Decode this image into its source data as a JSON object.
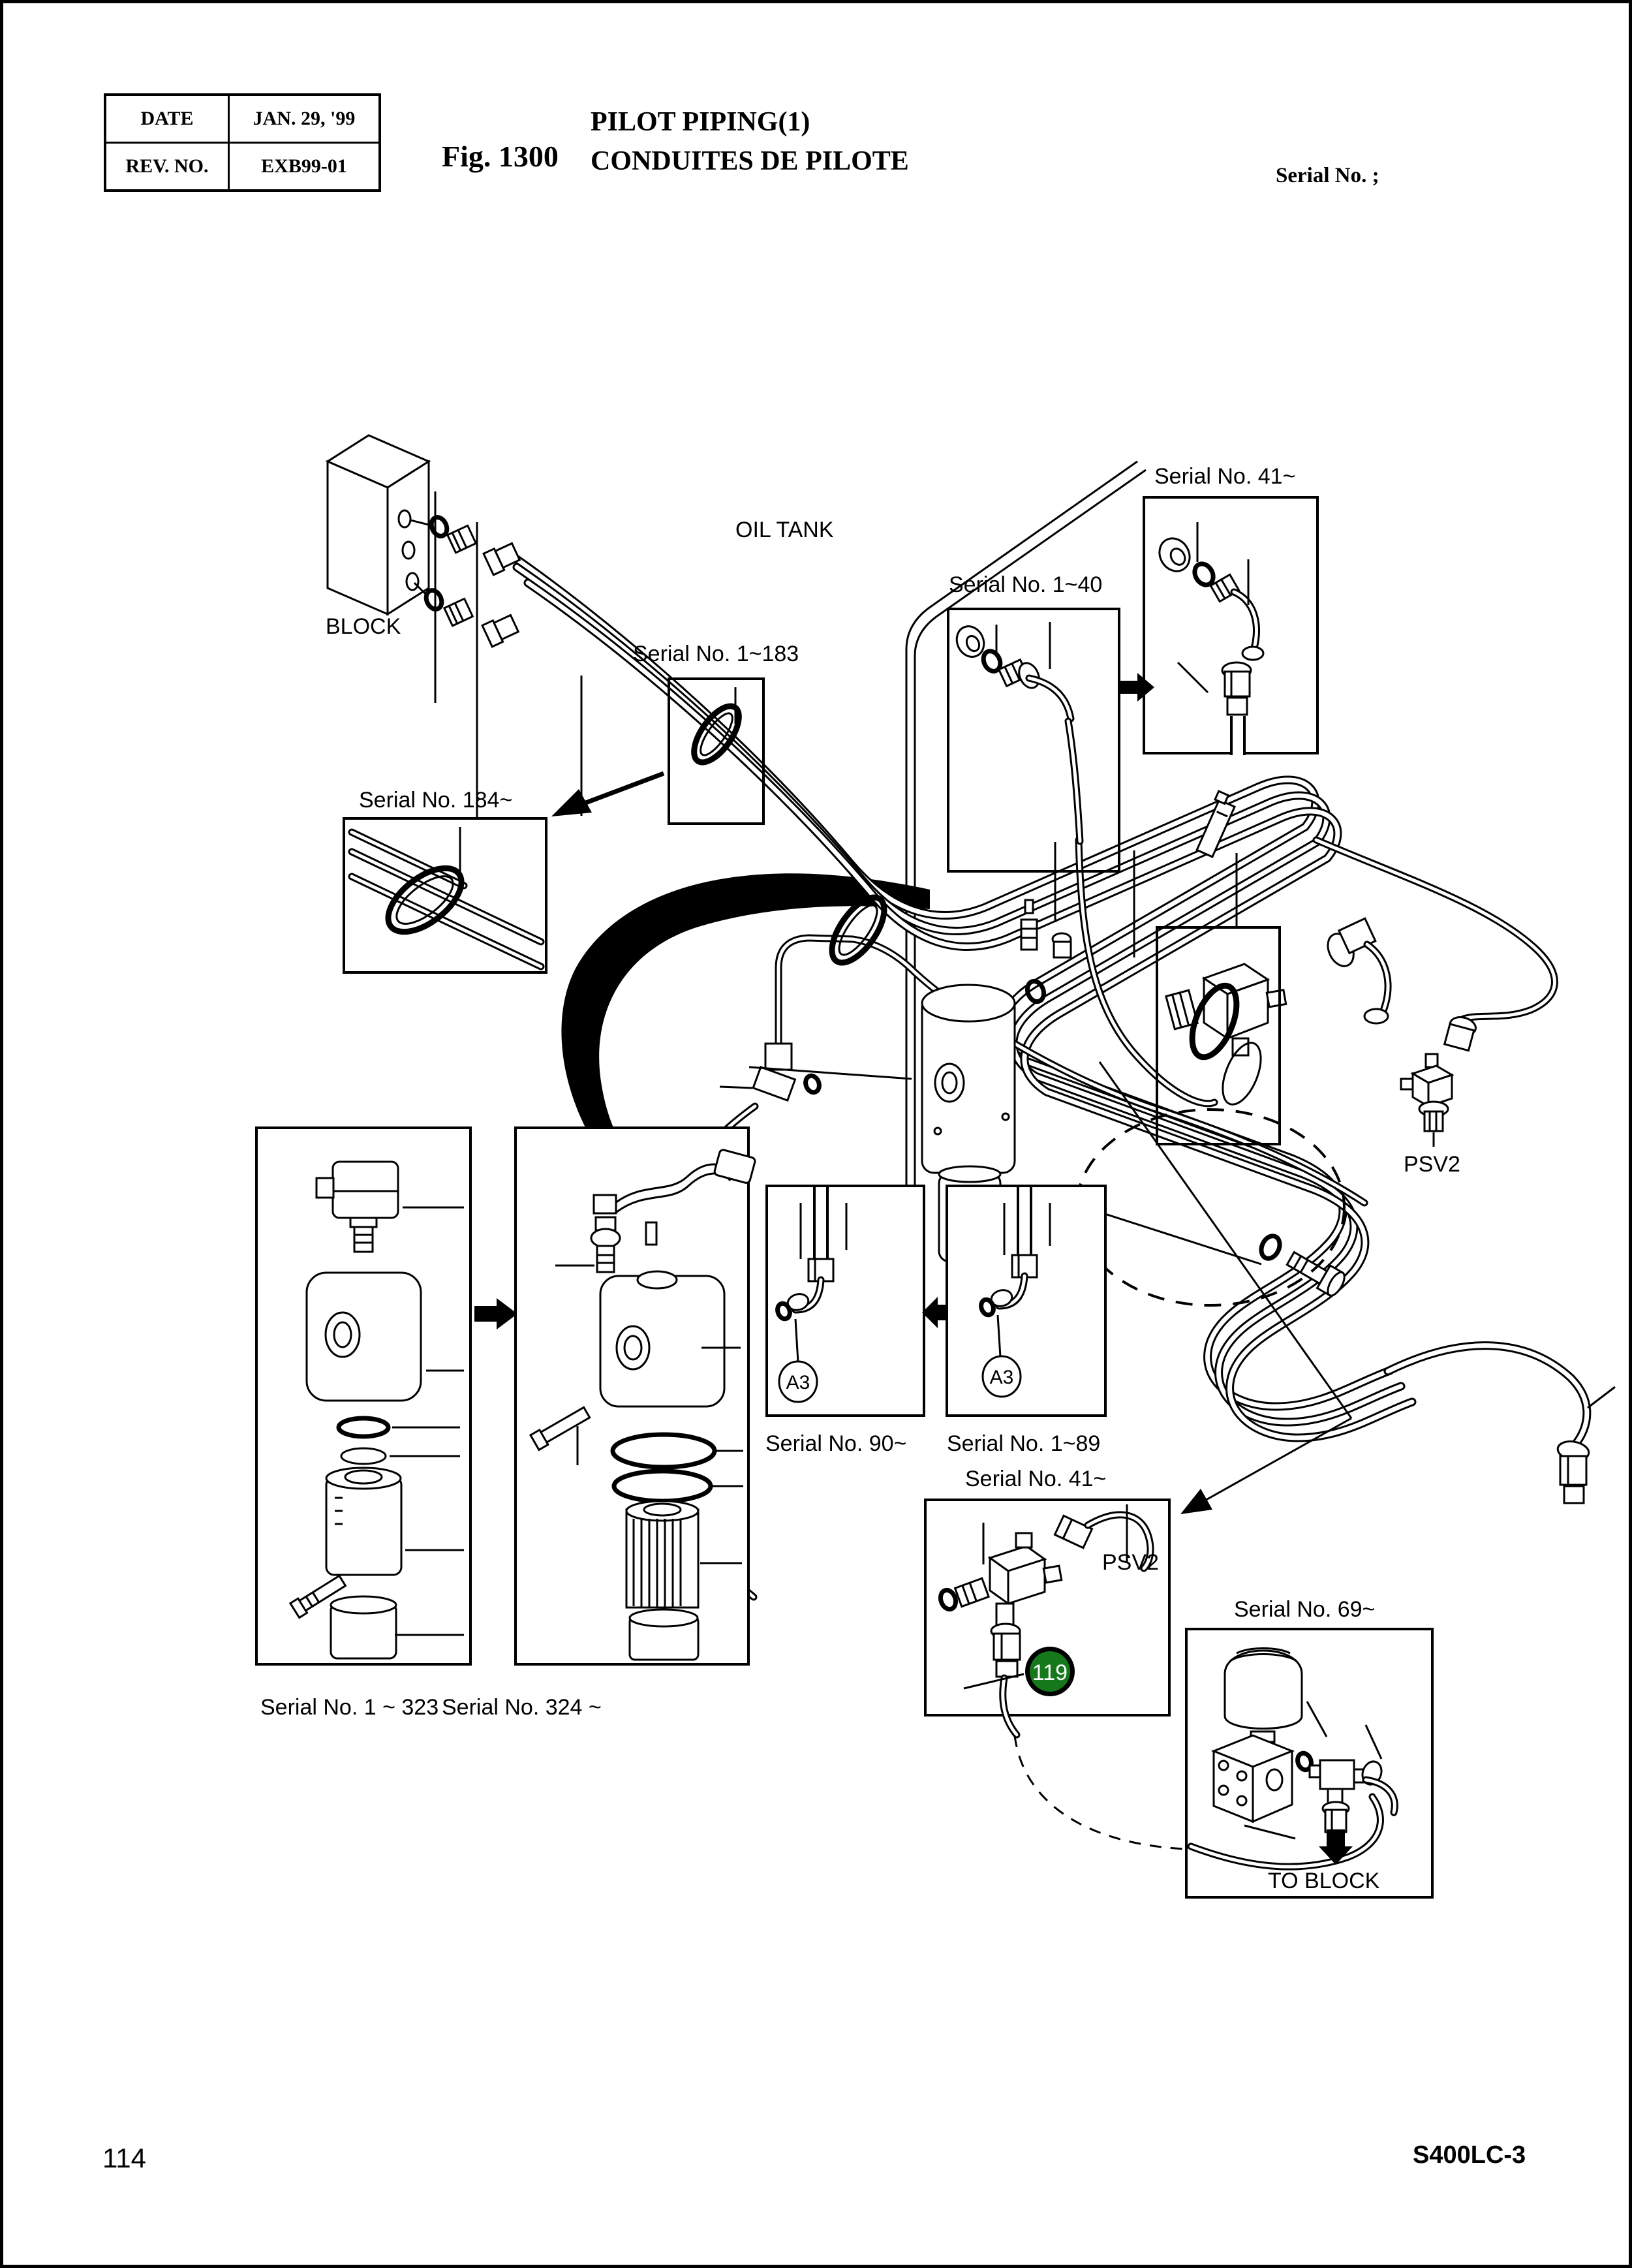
{
  "header": {
    "table": {
      "date_label": "DATE",
      "date_value": "JAN. 29, '99",
      "rev_label": "REV. NO.",
      "rev_value": "EXB99-01"
    },
    "fig_label": "Fig. 1300",
    "title_en": "PILOT PIPING(1)",
    "title_fr": "CONDUITES DE PILOTE",
    "serial_note": "Serial No. ;"
  },
  "diagram": {
    "oil_tank": "OIL TANK",
    "block": "BLOCK",
    "serial_41_top": "Serial No. 41~",
    "serial_1_40": "Serial No. 1~40",
    "serial_1_183": "Serial No. 1~183",
    "serial_184": "Serial No. 184~",
    "psv2_main": "PSV2",
    "a3_left": "A3",
    "a3_right": "A3",
    "serial_90": "Serial No. 90~",
    "serial_1_89": "Serial No. 1~89",
    "serial_41_mid": "Serial No. 41~",
    "psv2_inset": "PSV2",
    "badge_119": "119",
    "badge_color": "#15781b",
    "serial_69": "Serial No. 69~",
    "to_block": "TO BLOCK",
    "serial_1_323": "Serial No. 1 ~ 323",
    "serial_324": "Serial No. 324 ~"
  },
  "footer": {
    "page_number": "114",
    "doc_code": "S400LC-3"
  }
}
